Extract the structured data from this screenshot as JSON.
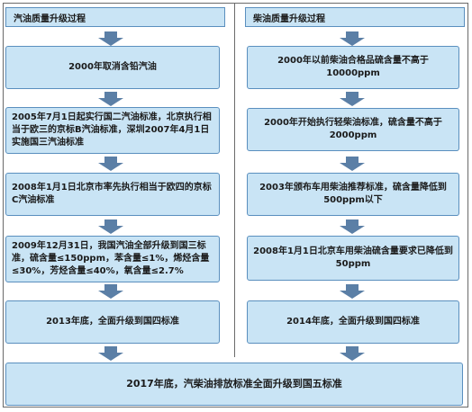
{
  "gasoline": {
    "title": "汽油质量升级过程",
    "steps": [
      "2000年取消含铅汽油",
      "2005年7月1日起实行国二汽油标准，北京执行相当于欧三的京标B汽油标准，深圳2007年4月1日实施国三汽油标准",
      "2008年1月1日北京市率先执行相当于欧四的京标C汽油标准",
      "2009年12月31日，我国汽油全部升级到国三标准，硫含量≤150ppm，苯含量≤1%，烯烃含量≤30%，芳烃含量≤40%，氧含量≤2.7%",
      "2013年底，全面升级到国四标准"
    ]
  },
  "diesel": {
    "title": "柴油质量升级过程",
    "steps": [
      "2000年以前柴油合格品硫含量不高于10000ppm",
      "2000年开始执行轻柴油标准，硫含量不高于2000ppm",
      "2003年颁布车用柴油推荐标准，硫含量降低到500ppm以下",
      "2008年1月1日北京车用柴油硫含量要求已降低到50ppm",
      "2014年底，全面升级到国四标准"
    ]
  },
  "final": "2017年底，汽柴油排放标准全面升级到国五标准",
  "colors": {
    "box_fill": "#c9e4f5",
    "box_border": "#5a8fbe",
    "arrow": "#5b7fa6"
  }
}
